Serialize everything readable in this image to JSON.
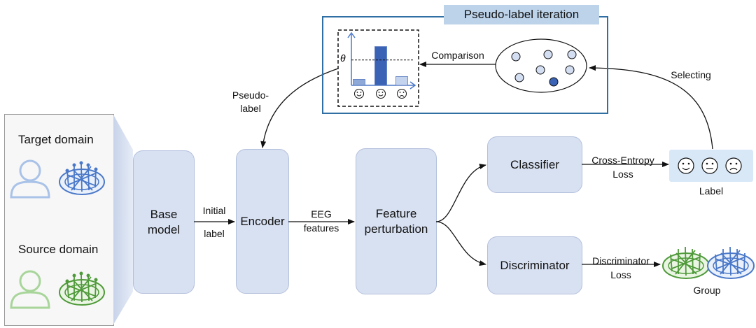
{
  "domains": {
    "target": "Target domain",
    "source": "Source domain"
  },
  "nodes": {
    "base_model": "Base model",
    "encoder": "Encoder",
    "feature_perturbation": "Feature perturbation",
    "classifier": "Classifier",
    "discriminator": "Discriminator"
  },
  "edges": {
    "initial_label_line1": "Initial",
    "initial_label_line2": "label",
    "eeg_line1": "EEG",
    "eeg_line2": "features",
    "cross_entropy_line1": "Cross-Entropy",
    "cross_entropy_line2": "Loss",
    "discriminator_loss_line1": "Discriminator",
    "discriminator_loss_line2": "Loss",
    "pseudo_label_line1": "Pseudo-",
    "pseudo_label_line2": "label",
    "selecting": "Selecting",
    "comparison": "Comparison"
  },
  "iteration_panel": {
    "title": "Pseudo-label iteration",
    "threshold_symbol": "θ"
  },
  "outputs": {
    "label": "Label",
    "group": "Group"
  },
  "colors": {
    "node_fill": "#d8e1f2",
    "panel_border": "#2f6fa3",
    "panel_title_bg": "#bcd3ea",
    "target_icon": "#a9c2e8",
    "source_icon": "#a8d59a",
    "brain_blue": "#4a78c8",
    "brain_green": "#4f9a3a"
  },
  "chart_data": {
    "type": "bar",
    "categories": [
      "positive",
      "neutral",
      "negative"
    ],
    "values": [
      0.13,
      0.84,
      0.19
    ],
    "threshold": 0.55,
    "colors": [
      "#8ea9d8",
      "#3a63b5",
      "#c5d4ee"
    ]
  }
}
